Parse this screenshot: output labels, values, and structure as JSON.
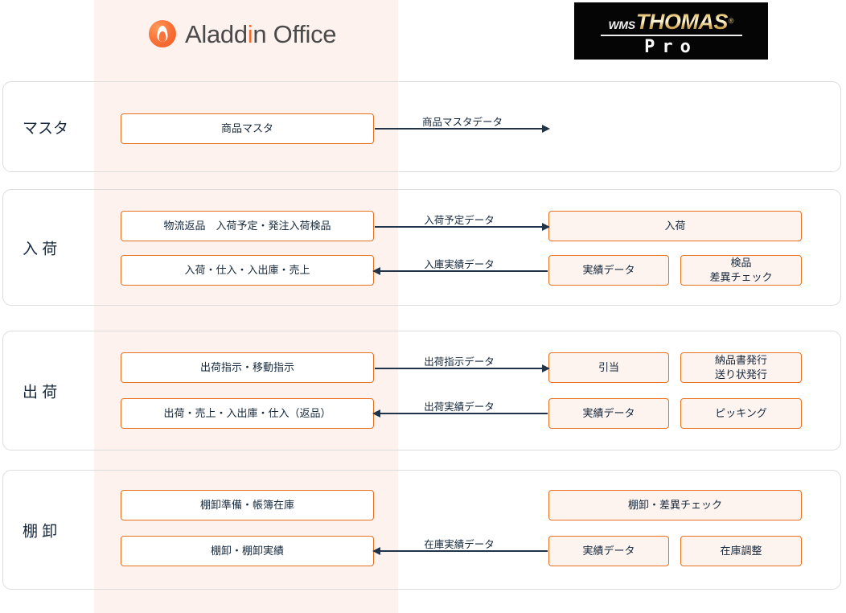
{
  "logos": {
    "aladdin": {
      "text_a": "Aladd",
      "text_i": "i",
      "text_b": "n Office",
      "mark": "flame-mark"
    },
    "thomas": {
      "wms": "WMS",
      "main": "THOMAS",
      "registered": "®",
      "pro": "Pro"
    }
  },
  "colors": {
    "band": "#fdf2ee",
    "box_border": "#e8711f",
    "box_fill_right": "#fdf3ef",
    "box_fill_left": "#ffffff",
    "arrow": "#203348",
    "card_border": "#dcdcdc",
    "text": "#15283c",
    "accent_orange": "#f26c28"
  },
  "rows": [
    {
      "label": "マスタ",
      "left_boxes": [
        {
          "text": "商品マスタ",
          "lines": [
            "商品マスタ"
          ]
        }
      ],
      "right_boxes": [],
      "arrows": [
        {
          "label": "商品マスタデータ",
          "direction": "right"
        }
      ]
    },
    {
      "label": "入 荷",
      "left_boxes": [
        {
          "text": "物流返品　入荷予定・発注入荷検品",
          "lines": [
            "物流返品　入荷予定・発注入荷検品"
          ]
        },
        {
          "text": "入荷・仕入・入出庫・売上",
          "lines": [
            "入荷・仕入・入出庫・売上"
          ]
        }
      ],
      "right_boxes": [
        {
          "text": "入荷",
          "lines": [
            "入荷"
          ]
        },
        {
          "text": "実績データ",
          "lines": [
            "実績データ"
          ]
        },
        {
          "text": "検品 差異チェック",
          "lines": [
            "検品",
            "差異チェック"
          ]
        }
      ],
      "arrows": [
        {
          "label": "入荷予定データ",
          "direction": "right"
        },
        {
          "label": "入庫実績データ",
          "direction": "left"
        }
      ]
    },
    {
      "label": "出 荷",
      "left_boxes": [
        {
          "text": "出荷指示・移動指示",
          "lines": [
            "出荷指示・移動指示"
          ]
        },
        {
          "text": "出荷・売上・入出庫・仕入（返品）",
          "lines": [
            "出荷・売上・入出庫・仕入（返品）"
          ]
        }
      ],
      "right_boxes": [
        {
          "text": "引当",
          "lines": [
            "引当"
          ]
        },
        {
          "text": "納品書発行 送り状発行",
          "lines": [
            "納品書発行",
            "送り状発行"
          ]
        },
        {
          "text": "実績データ",
          "lines": [
            "実績データ"
          ]
        },
        {
          "text": "ピッキング",
          "lines": [
            "ピッキング"
          ]
        }
      ],
      "arrows": [
        {
          "label": "出荷指示データ",
          "direction": "right"
        },
        {
          "label": "出荷実績データ",
          "direction": "left"
        }
      ]
    },
    {
      "label": "棚 卸",
      "left_boxes": [
        {
          "text": "棚卸準備・帳簿在庫",
          "lines": [
            "棚卸準備・帳簿在庫"
          ]
        },
        {
          "text": "棚卸・棚卸実績",
          "lines": [
            "棚卸・棚卸実績"
          ]
        }
      ],
      "right_boxes": [
        {
          "text": "棚卸・差異チェック",
          "lines": [
            "棚卸・差異チェック"
          ]
        },
        {
          "text": "実績データ",
          "lines": [
            "実績データ"
          ]
        },
        {
          "text": "在庫調整",
          "lines": [
            "在庫調整"
          ]
        }
      ],
      "arrows": [
        {
          "label": "在庫実績データ",
          "direction": "left"
        }
      ]
    }
  ]
}
